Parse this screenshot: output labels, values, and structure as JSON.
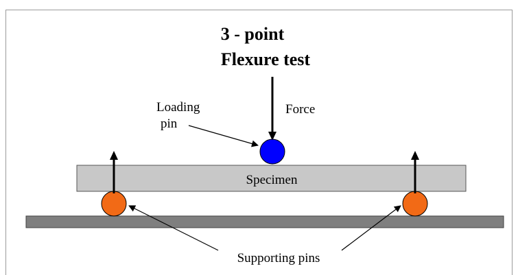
{
  "diagram": {
    "title_line1": "3 - point",
    "title_line2": "Flexure test",
    "labels": {
      "loading_line1": "Loading",
      "loading_line2": "pin",
      "force": "Force",
      "specimen": "Specimen",
      "supporting": "Supporting pins"
    },
    "colors": {
      "loading_pin": "#0000ff",
      "support_pin": "#f26a16",
      "specimen_fill": "#c8c8c8",
      "base_fill": "#7f7f7f",
      "frame": "#9a9a9a",
      "arrows": "#000000"
    },
    "icons": {
      "force_arrow": "arrow-down",
      "reaction_arrows": "arrow-up",
      "pointer_arrows": "pointer-arrow"
    }
  }
}
